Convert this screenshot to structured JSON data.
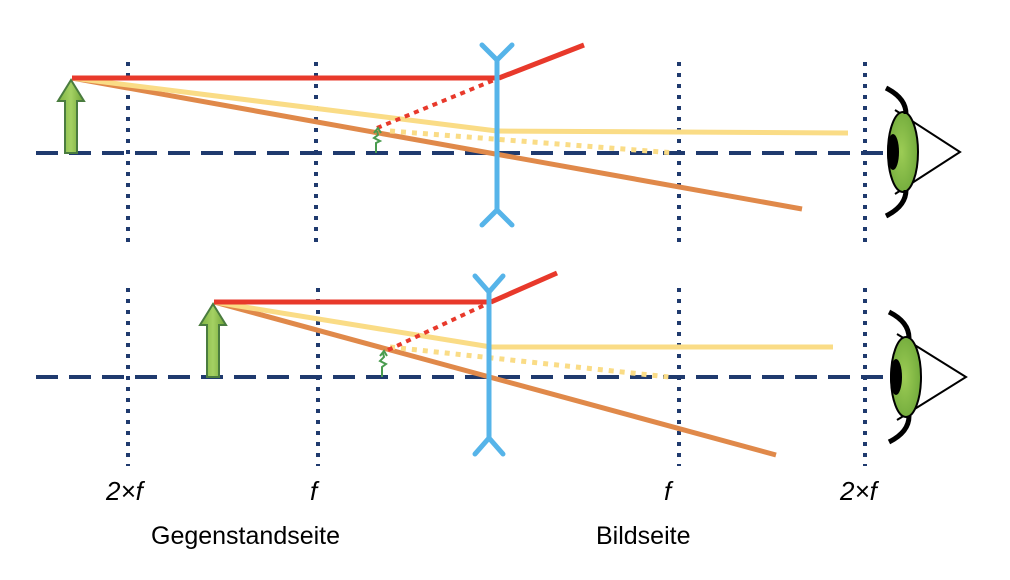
{
  "labels": {
    "two_f_left": "2×f",
    "f_left": "f",
    "f_right": "f",
    "two_f_right": "2×f",
    "object_side": "Gegenstandseite",
    "image_side": "Bildseite"
  },
  "colors": {
    "optical_axis": "#1f3a6e",
    "focal_marker": "#1f3a6e",
    "lens": "#56b4e9",
    "ray_parallel": "#e8392b",
    "ray_focal": "#fadc86",
    "ray_center": "#e0894a",
    "object_arrow": "#7cb342",
    "object_arrow_outline": "#4a7c3f",
    "virtual_image": "#4a9c4f",
    "eye_iris": "#8bc34a",
    "eye_pupil": "#000000"
  },
  "icons": {
    "object": "upward-arrow",
    "lens": "diverging-lens",
    "observer": "eye-icon",
    "virtual_image": "small-virtual-image-arrow"
  }
}
